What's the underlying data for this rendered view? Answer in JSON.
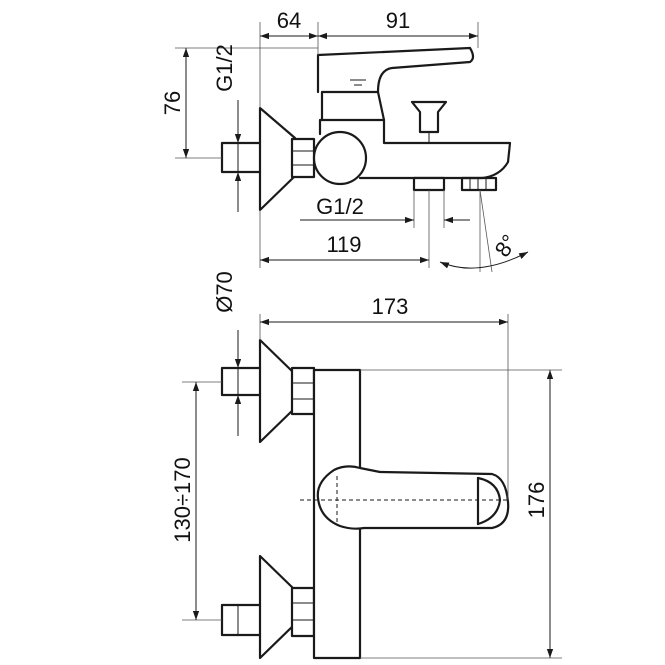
{
  "dimensions": {
    "top_left_width": "64",
    "top_right_width": "91",
    "inlet_thread_top": "G1/2",
    "height_76": "76",
    "outlet_thread": "G1/2",
    "depth_119": "119",
    "angle": "8°",
    "diameter": "Ø70",
    "total_width": "173",
    "centers_range": "130÷170",
    "total_height": "176"
  }
}
